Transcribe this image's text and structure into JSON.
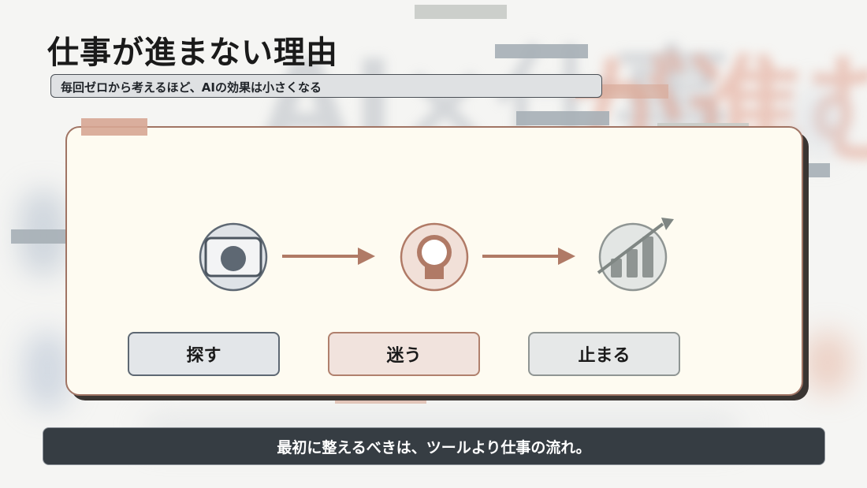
{
  "header": {
    "title": "仕事が進まない理由",
    "subtitle": "毎回ゼロから考えるほど、AIの効果は小さくなる"
  },
  "flow": {
    "steps": [
      {
        "label": "探す",
        "icon": "image-icon"
      },
      {
        "label": "迷う",
        "icon": "lightbulb-icon"
      },
      {
        "label": "止まる",
        "icon": "rising-chart-icon"
      }
    ]
  },
  "footer": {
    "message": "最初に整えるべきは、ツールより仕事の流れ。"
  },
  "colors": {
    "accent_rose": "#b0806d",
    "slate": "#5e6873",
    "footer_bg": "#363d43",
    "card_bg": "#fefbf1"
  }
}
